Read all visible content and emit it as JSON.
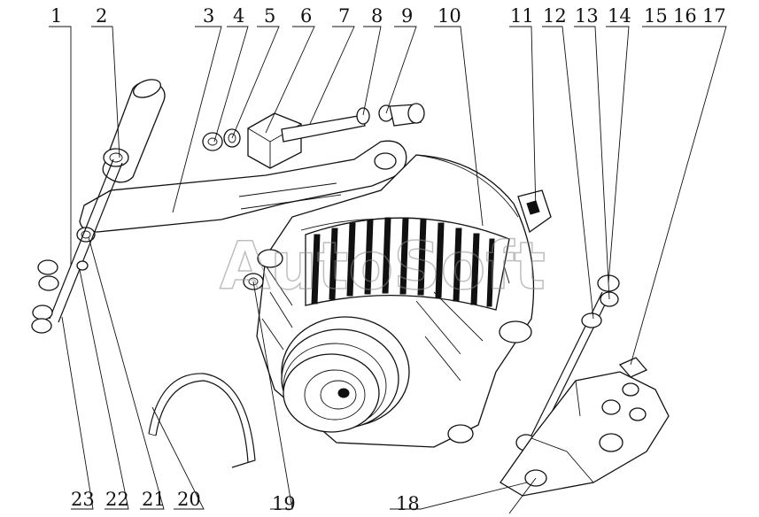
{
  "watermark": "AutoSoft",
  "callouts_top": [
    "1",
    "2",
    "3",
    "4",
    "5",
    "6",
    "7",
    "8",
    "9",
    "10",
    "11",
    "12",
    "13",
    "14",
    "15",
    "16",
    "17"
  ],
  "callouts_bottom": [
    "23",
    "22",
    "21",
    "20",
    "19",
    "18"
  ]
}
